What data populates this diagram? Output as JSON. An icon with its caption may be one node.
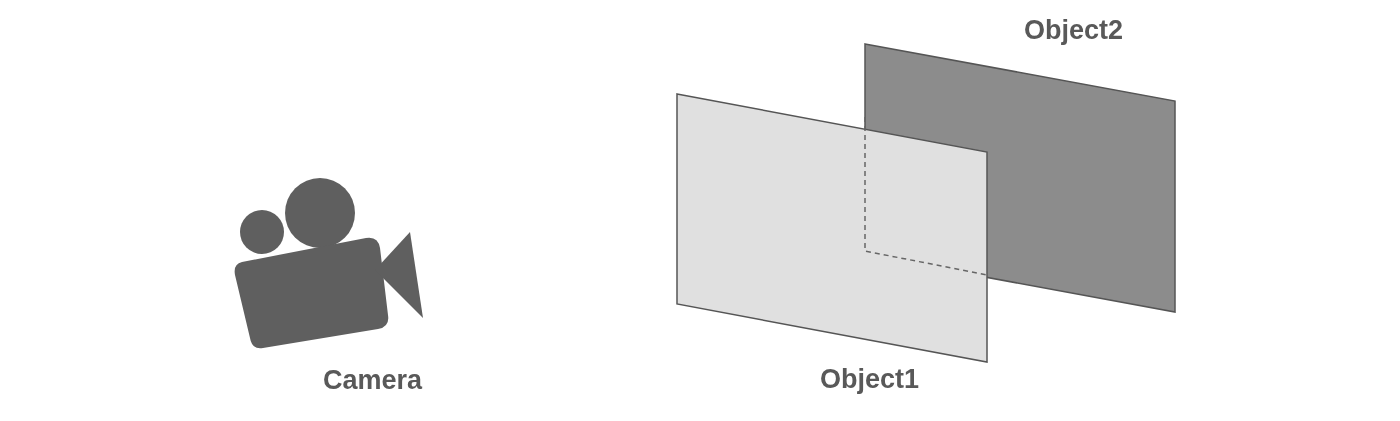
{
  "diagram": {
    "nodes": [
      {
        "text": [
          "Camera"
        ]
      },
      {
        "text": [
          "Object2"
        ]
      },
      {
        "text": [
          "Object1"
        ]
      }
    ]
  }
}
